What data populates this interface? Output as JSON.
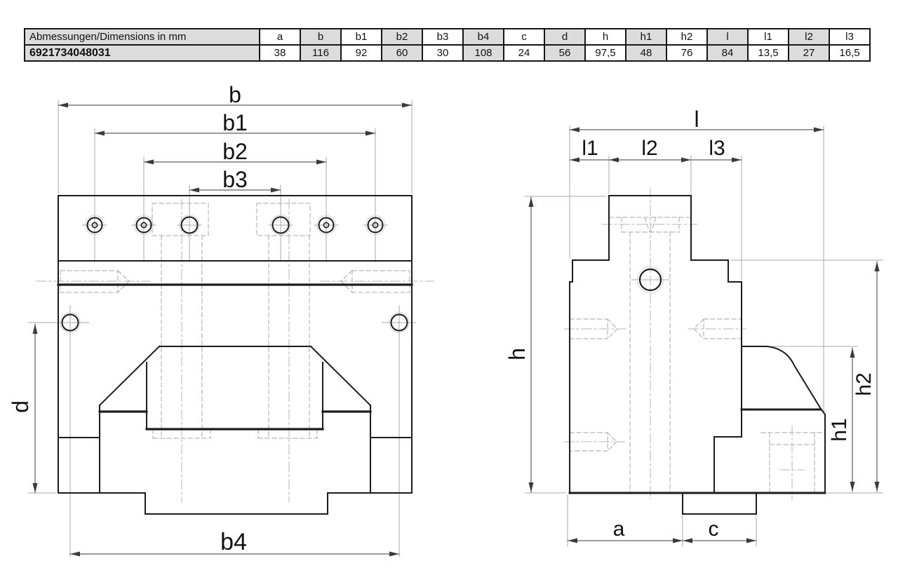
{
  "table": {
    "header": [
      "Abmessungen/Dimensions in mm",
      "a",
      "b",
      "b1",
      "b2",
      "b3",
      "b4",
      "c",
      "d",
      "h",
      "h1",
      "h2",
      "l",
      "l1",
      "l2",
      "l3"
    ],
    "row": [
      "6921734048031",
      "38",
      "116",
      "92",
      "60",
      "30",
      "108",
      "24",
      "56",
      "97,5",
      "48",
      "76",
      "84",
      "13,5",
      "27",
      "16,5"
    ]
  },
  "front_view_labels": {
    "b": "b",
    "b1": "b1",
    "b2": "b2",
    "b3": "b3",
    "b4": "b4",
    "d": "d"
  },
  "side_view_labels": {
    "l": "l",
    "l1": "l1",
    "l2": "l2",
    "l3": "l3",
    "h": "h",
    "h1": "h1",
    "h2": "h2",
    "a": "a",
    "c": "c"
  },
  "colors": {
    "outline": "#1c1c1c",
    "dimension": "#3a3a3a",
    "auxiliary": "#a9a9a9",
    "hidden": "#b6b6b6",
    "table_shade": "#dcdcdc"
  }
}
